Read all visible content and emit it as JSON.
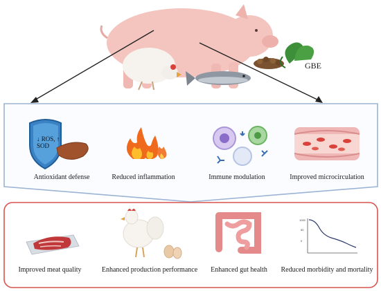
{
  "top": {
    "animals": [
      "pig",
      "chicken",
      "fish"
    ],
    "supplement_label": "GBE"
  },
  "mechanisms": {
    "items": [
      {
        "label": "Antioxidant defense",
        "icon": "shield-liver-icon"
      },
      {
        "label": "Reduced inflammation",
        "icon": "flames-icon"
      },
      {
        "label": "Immune modulation",
        "icon": "immune-cells-icon"
      },
      {
        "label": "Improved microcirculation",
        "icon": "blood-vessel-icon"
      }
    ],
    "shield_text_line1": "↓ ROS, ↑",
    "shield_text_line2": "SOD"
  },
  "outcomes": {
    "items": [
      {
        "label": "Improved meat quality",
        "icon": "meat-tray-icon"
      },
      {
        "label": "Enhanced production performance",
        "icon": "hen-eggs-icon"
      },
      {
        "label": "Enhanced gut health",
        "icon": "intestine-icon"
      },
      {
        "label": "Reduced morbidity and mortality",
        "icon": "decline-chart-icon"
      }
    ]
  },
  "colors": {
    "mechanism_border": "#9bb3d4",
    "mechanism_fill": "#fbfcff",
    "outcome_border": "#d9534f",
    "arrow": "#222222"
  }
}
